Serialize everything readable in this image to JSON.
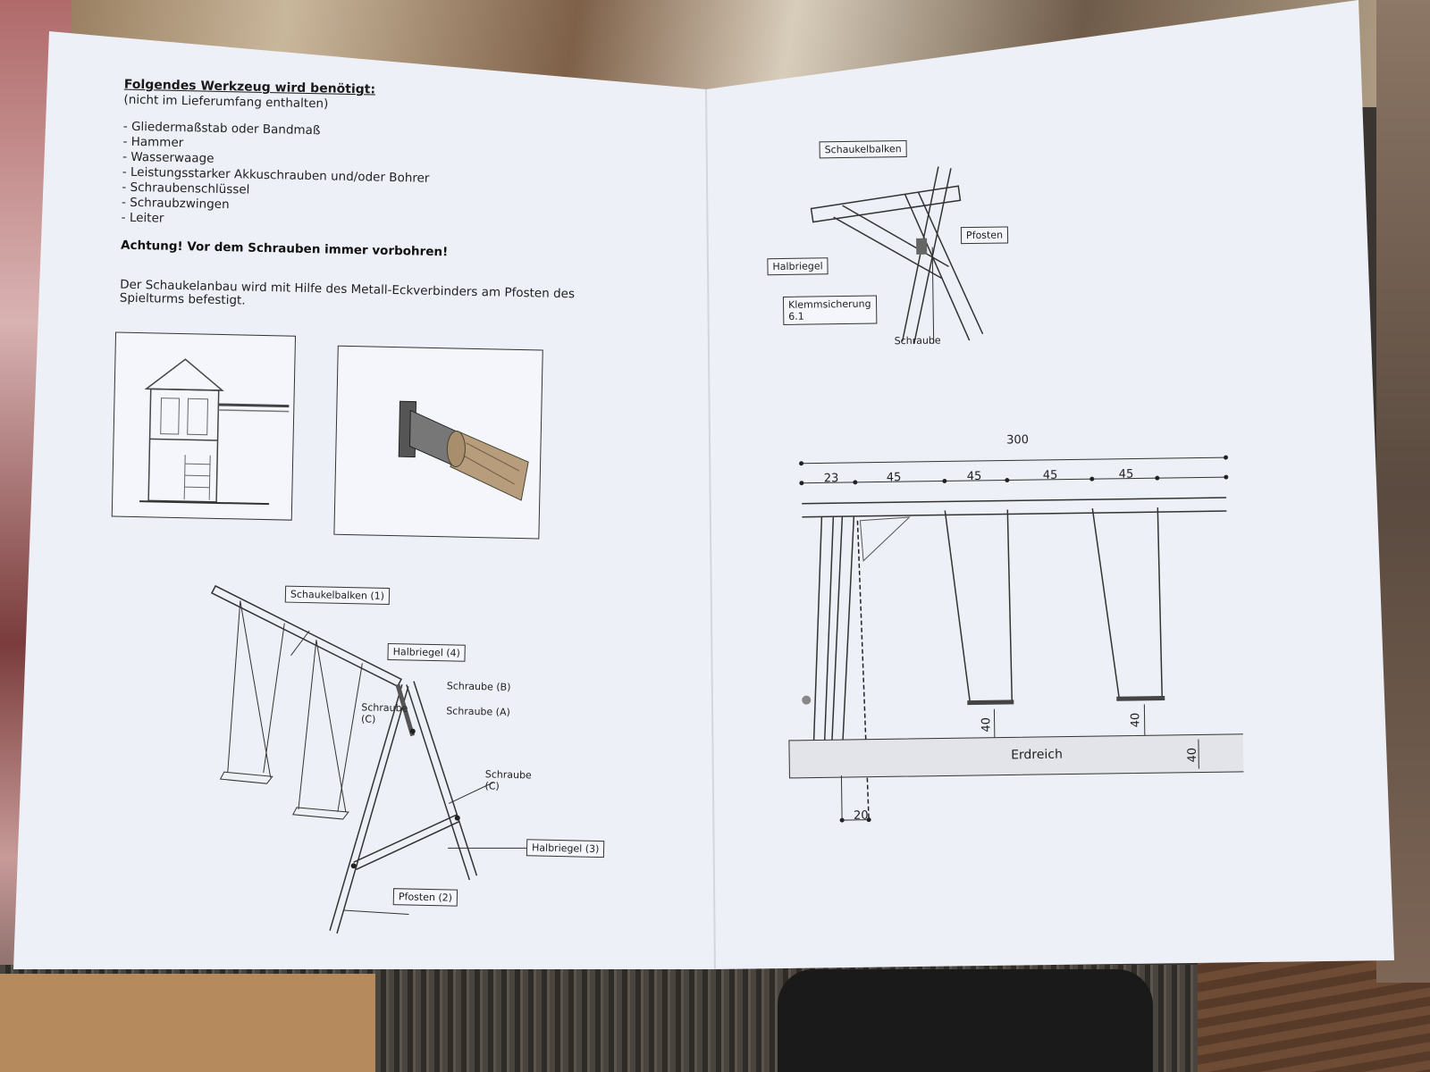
{
  "left_page": {
    "heading": "Folgendes Werkzeug wird benötigt:",
    "subheading": "(nicht im Lieferumfang enthalten)",
    "tools": [
      "- Gliedermaßstab oder Bandmaß",
      "- Hammer",
      "- Wasserwaage",
      "- Leistungsstarker Akkuschrauben und/oder Bohrer",
      "- Schraubenschlüssel",
      "- Schraubzwingen",
      "- Leiter"
    ],
    "warning": "Achtung! Vor dem Schrauben immer vorbohren!",
    "intro": "Der Schaukelanbau wird mit Hilfe des Metall-Eckverbinders am Pfosten des Spielturms befestigt.",
    "assembly_labels": {
      "schaukelbalken": "Schaukelbalken (1)",
      "halbriegel4": "Halbriegel (4)",
      "schraube_b": "Schraube (B)",
      "schraube_a": "Schraube (A)",
      "schraube_c1_line1": "Schraube",
      "schraube_c1_line2": "(C)",
      "schraube_c2_line1": "Schraube",
      "schraube_c2_line2": "(C)",
      "halbriegel3": "Halbriegel (3)",
      "pfosten2": "Pfosten (2)"
    }
  },
  "right_page": {
    "detail_labels": {
      "schaukelbalken": "Schaukelbalken",
      "pfosten": "Pfosten",
      "halbriegel": "Halbriegel",
      "klemmsicherung_line1": "Klemmsicherung",
      "klemmsicherung_line2": "6.1",
      "schraube": "Schraube"
    },
    "dimensions": {
      "total": "300",
      "segments": [
        "23",
        "45",
        "45",
        "45",
        "45"
      ],
      "seat_height_1": "40",
      "seat_height_2": "40",
      "ground_depth": "40",
      "post_offset": "20"
    },
    "ground_label": "Erdreich"
  }
}
